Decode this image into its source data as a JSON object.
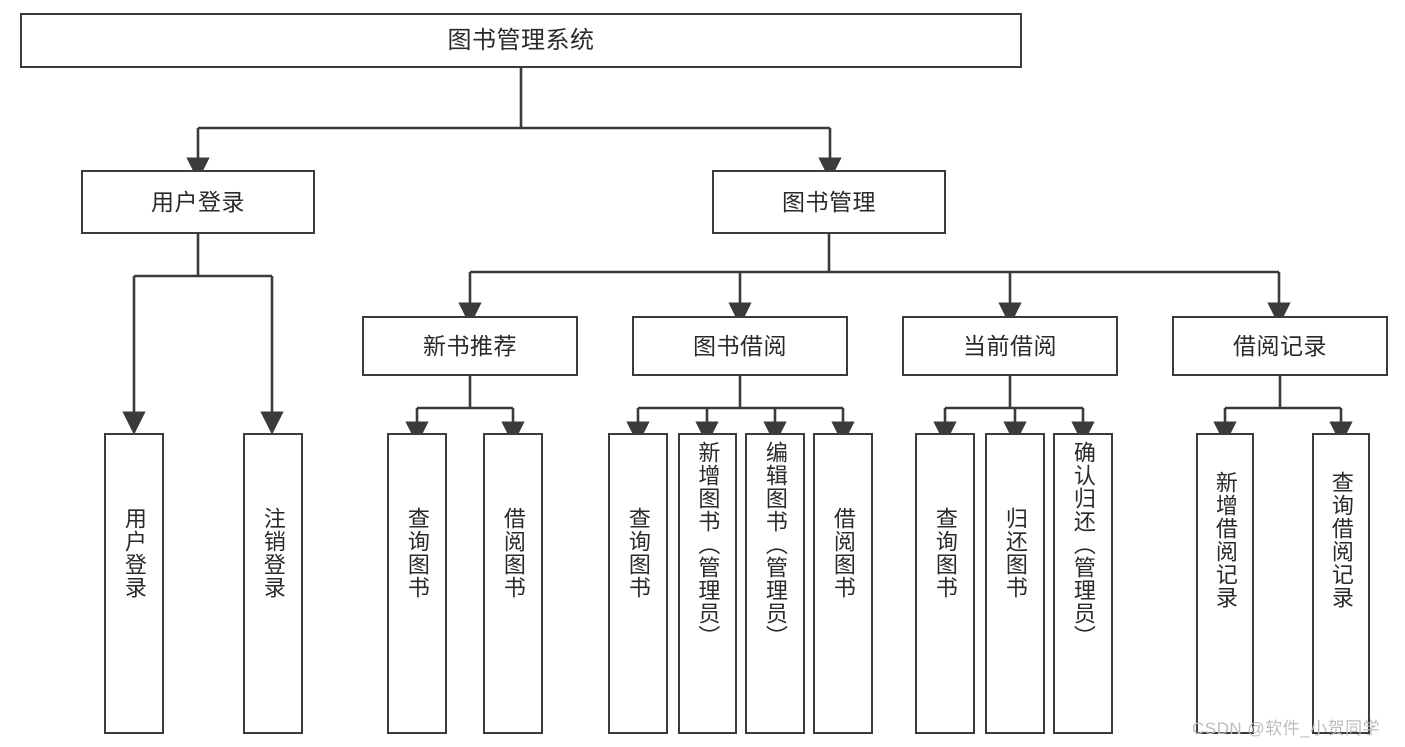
{
  "diagram": {
    "type": "hierarchy-tree",
    "root": {
      "id": "root",
      "label": "图书管理系统"
    },
    "level2": [
      {
        "id": "user-login",
        "label": "用户登录"
      },
      {
        "id": "book-management",
        "label": "图书管理"
      }
    ],
    "level3": [
      {
        "id": "new-book-recommend",
        "label": "新书推荐"
      },
      {
        "id": "book-borrow",
        "label": "图书借阅"
      },
      {
        "id": "current-borrow",
        "label": "当前借阅"
      },
      {
        "id": "borrow-record",
        "label": "借阅记录"
      }
    ],
    "leaves": [
      {
        "id": "leaf-user-login",
        "label": "用户登录",
        "parent": "user-login"
      },
      {
        "id": "leaf-logout-login",
        "label": "注销登录",
        "parent": "user-login"
      },
      {
        "id": "leaf-query-book-1",
        "label": "查询图书",
        "parent": "new-book-recommend"
      },
      {
        "id": "leaf-borrow-book-1",
        "label": "借阅图书",
        "parent": "new-book-recommend"
      },
      {
        "id": "leaf-query-book-2",
        "label": "查询图书",
        "parent": "book-borrow"
      },
      {
        "id": "leaf-add-book",
        "label": "新增图书（管理员）",
        "parent": "book-borrow"
      },
      {
        "id": "leaf-edit-book",
        "label": "编辑图书（管理员）",
        "parent": "book-borrow"
      },
      {
        "id": "leaf-borrow-book-2",
        "label": "借阅图书",
        "parent": "book-borrow"
      },
      {
        "id": "leaf-query-book-3",
        "label": "查询图书",
        "parent": "current-borrow"
      },
      {
        "id": "leaf-return-book",
        "label": "归还图书",
        "parent": "current-borrow"
      },
      {
        "id": "leaf-confirm-return",
        "label": "确认归还（管理员）",
        "parent": "current-borrow"
      },
      {
        "id": "leaf-add-record",
        "label": "新增借阅记录",
        "parent": "borrow-record"
      },
      {
        "id": "leaf-query-record",
        "label": "查询借阅记录",
        "parent": "borrow-record"
      }
    ],
    "colors": {
      "stroke": "#3b3b3b",
      "text": "#2a2a2a",
      "background": "#ffffff",
      "watermark": "#bdbdbd"
    }
  },
  "watermark": {
    "text": "CSDN @软件_小贺同学"
  }
}
